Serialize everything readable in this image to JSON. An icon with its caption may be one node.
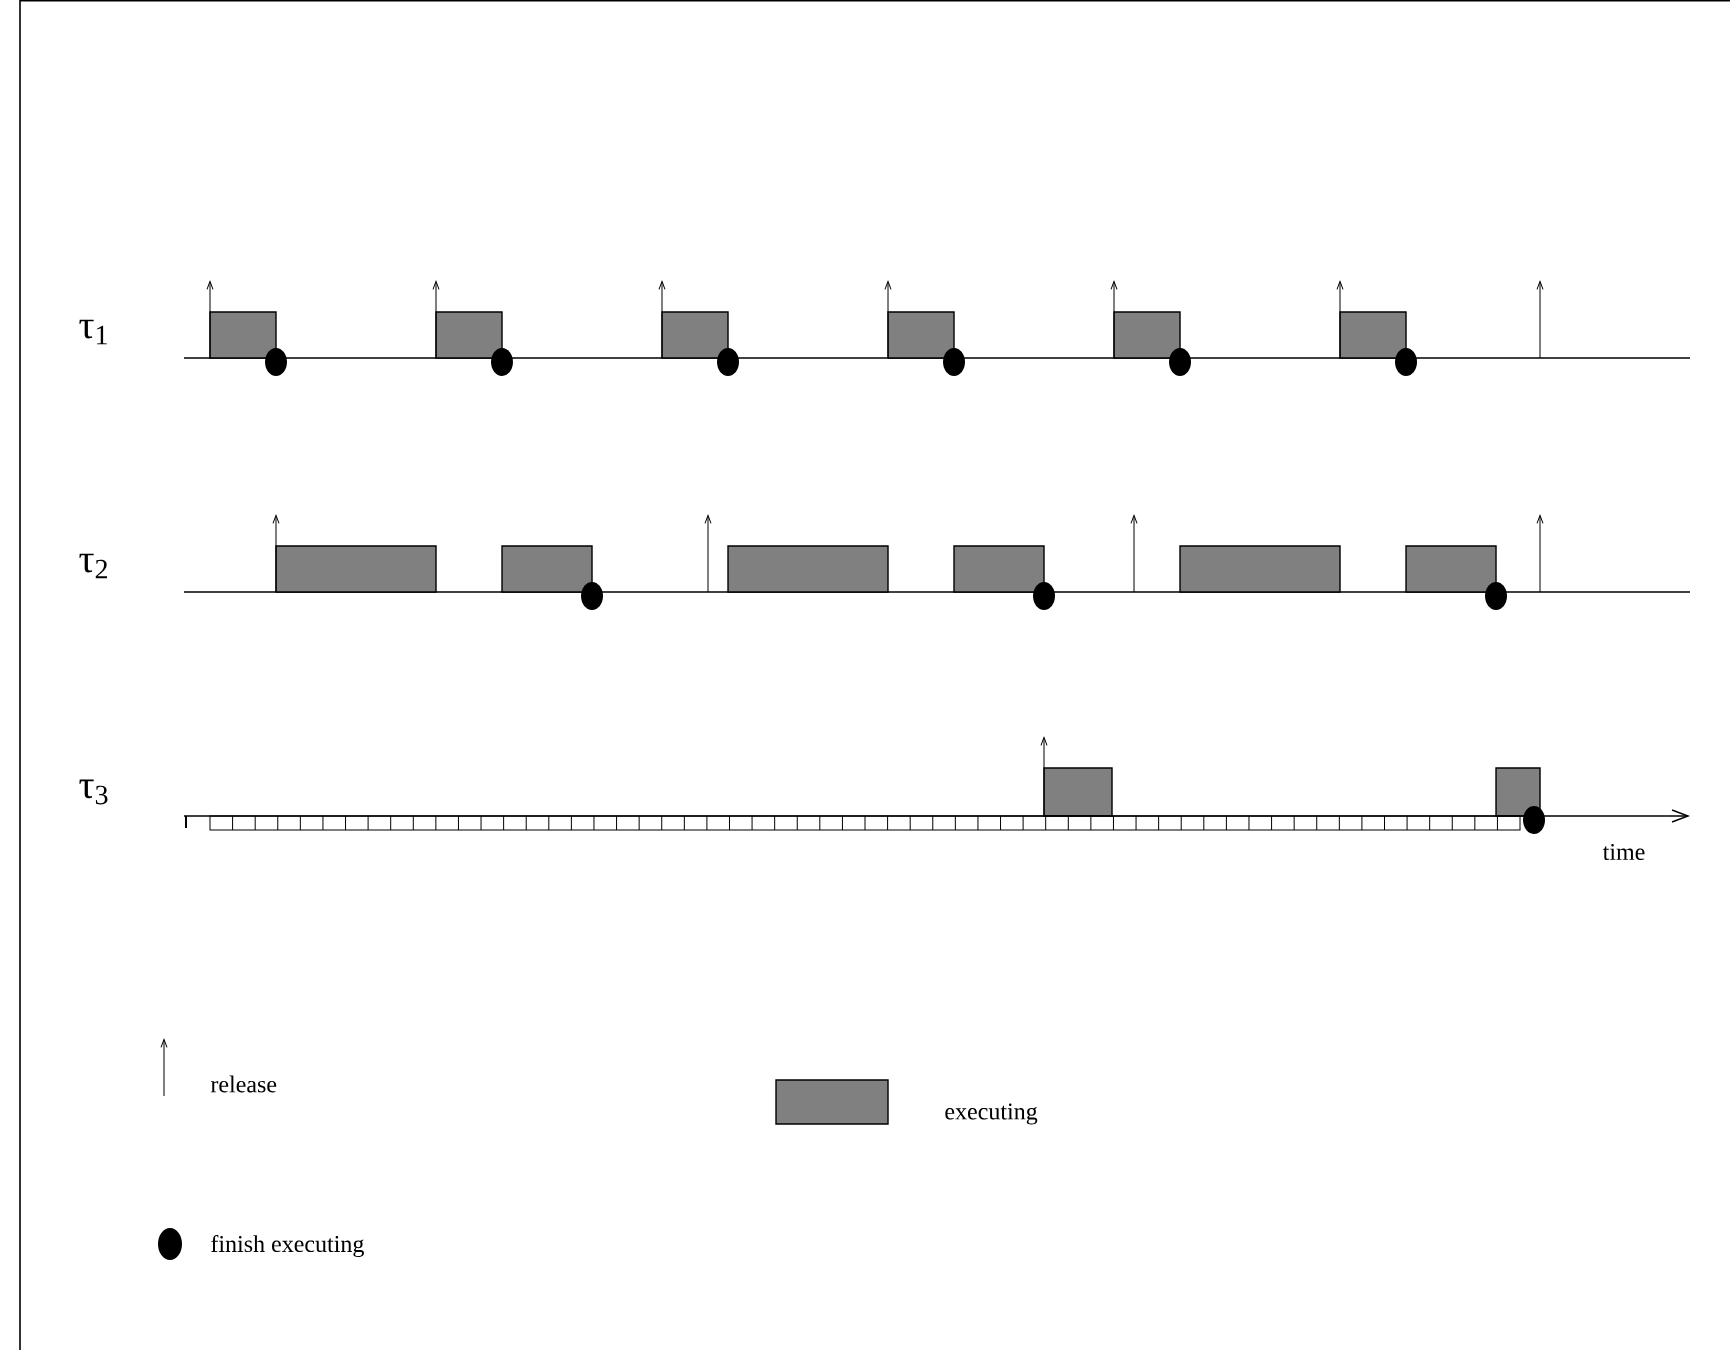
{
  "diagram": {
    "labels": [
      "τ$_{1}$",
      "τ$_{2}$",
      "τ$_{3}$",
      "time"
    ],
    "legend": [
      {
        "text": "release"
      },
      {
        "text": "executing",
        "color": "#808080"
      },
      {
        "text": "finish executing"
      }
    ]
  }
}
